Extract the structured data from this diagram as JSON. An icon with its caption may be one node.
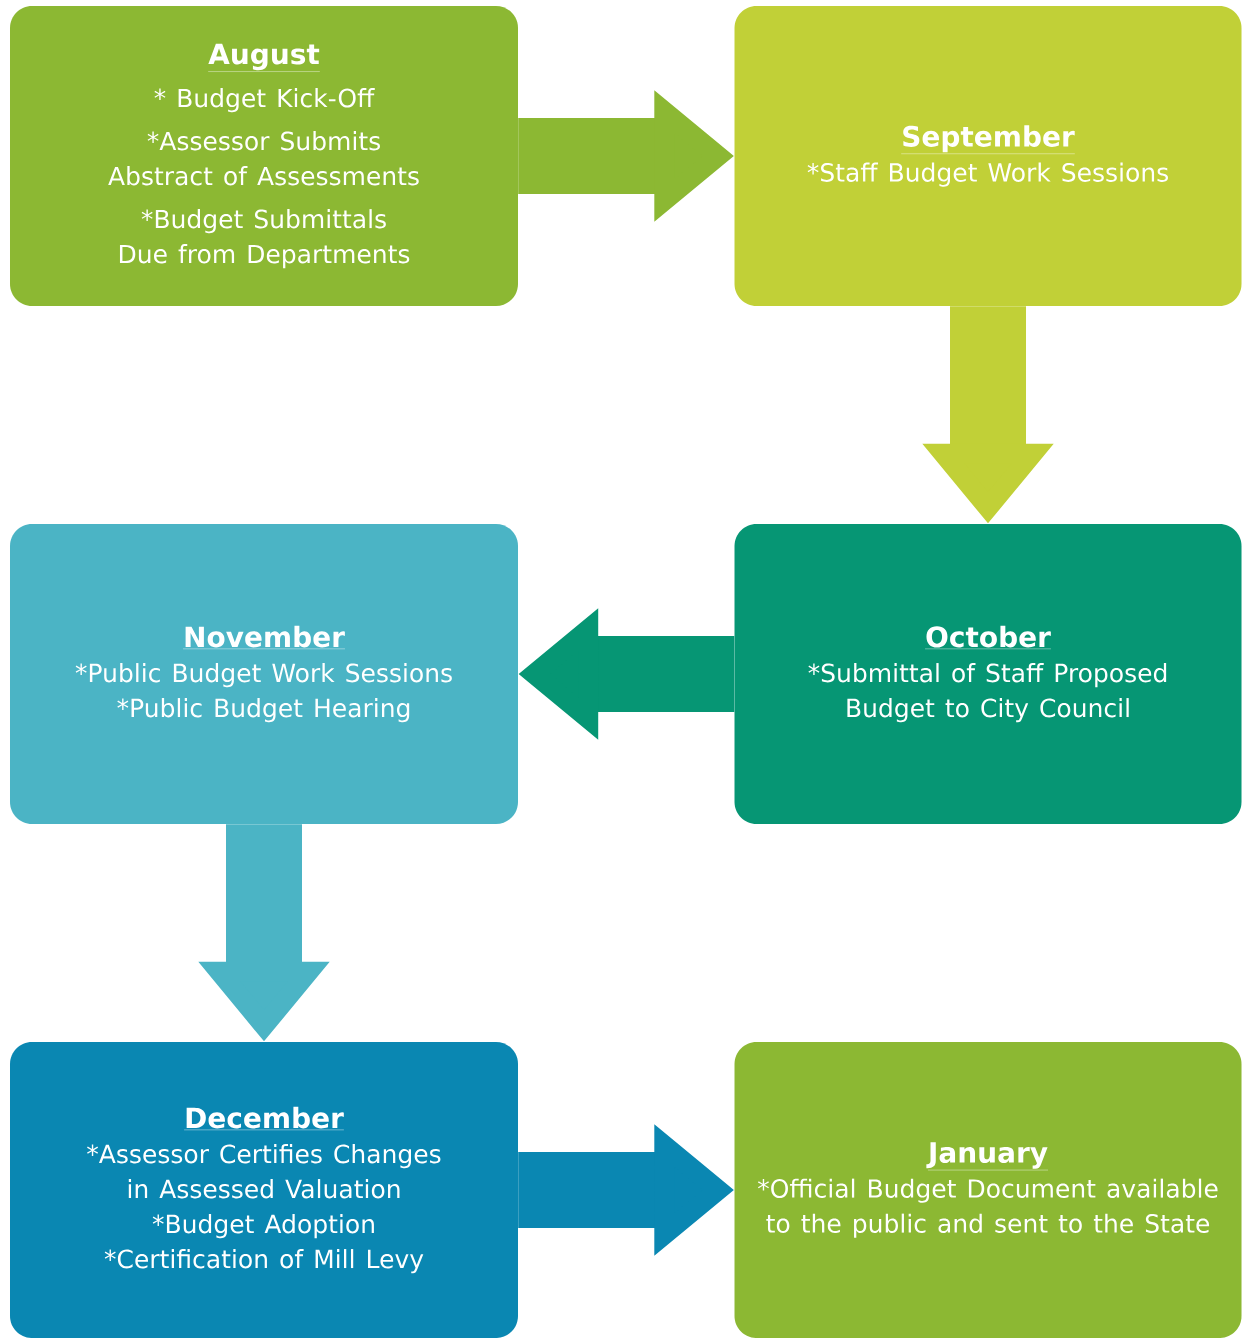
{
  "diagram": {
    "nodes": [
      {
        "text": [
          "August",
          "* Budget Kick-Off",
          "*Assessor Submits Abstract of Assessments",
          "*Budget Submittals Due from Departments"
        ]
      },
      {
        "text": [
          "September",
          "*Staff Budget Work Sessions"
        ]
      },
      {
        "text": [
          "October",
          "*Submittal of Staff Proposed Budget to City Council"
        ]
      },
      {
        "text": [
          "November",
          "*Public Budget Work Sessions",
          "*Public Budget Hearing"
        ]
      },
      {
        "text": [
          "December",
          "*Assessor Certifies Changes in Assessed Valuation",
          "*Budget Adoption",
          "*Certification of Mill Levy"
        ]
      },
      {
        "text": [
          "January",
          "*Official Budget Document available to the public and sent to the State"
        ]
      }
    ],
    "edges": [
      {
        "from": 0,
        "to": 1,
        "arrow": "to",
        "color": "#8cb833"
      },
      {
        "from": 1,
        "to": 2,
        "arrow": "to",
        "color": "#c1d037"
      },
      {
        "from": 2,
        "to": 3,
        "arrow": "to",
        "color": "#069674"
      },
      {
        "from": 3,
        "to": 4,
        "arrow": "to",
        "color": "#4bb4c5"
      },
      {
        "from": 4,
        "to": 5,
        "arrow": "to",
        "color": "#0a87b2"
      }
    ]
  }
}
